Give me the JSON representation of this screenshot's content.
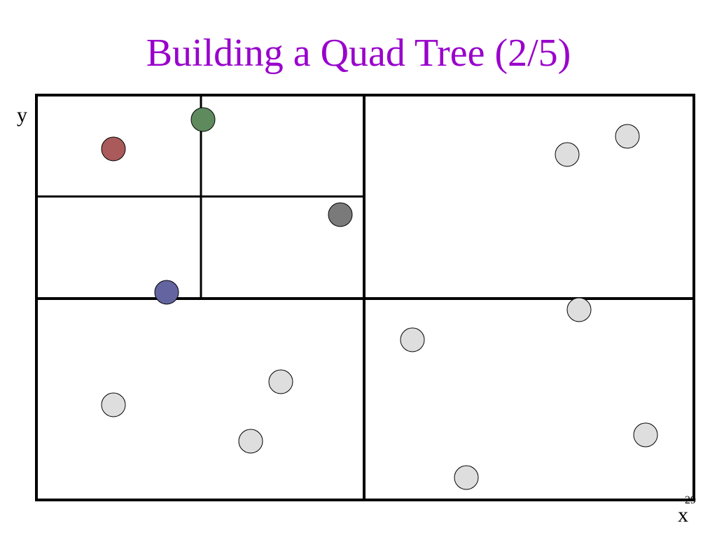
{
  "slide": {
    "title": "Building a Quad Tree (2/5)",
    "y_axis_label": "y",
    "x_axis_label": "x",
    "page_number": "29"
  },
  "colors": {
    "title": "#9900cc",
    "lines": "#000000",
    "point_red": "#aa5a5a",
    "point_green": "#5e8a5e",
    "point_dark_gray": "#7a7a7a",
    "point_blue": "#6464a0",
    "point_light_gray": "#dedede"
  }
}
